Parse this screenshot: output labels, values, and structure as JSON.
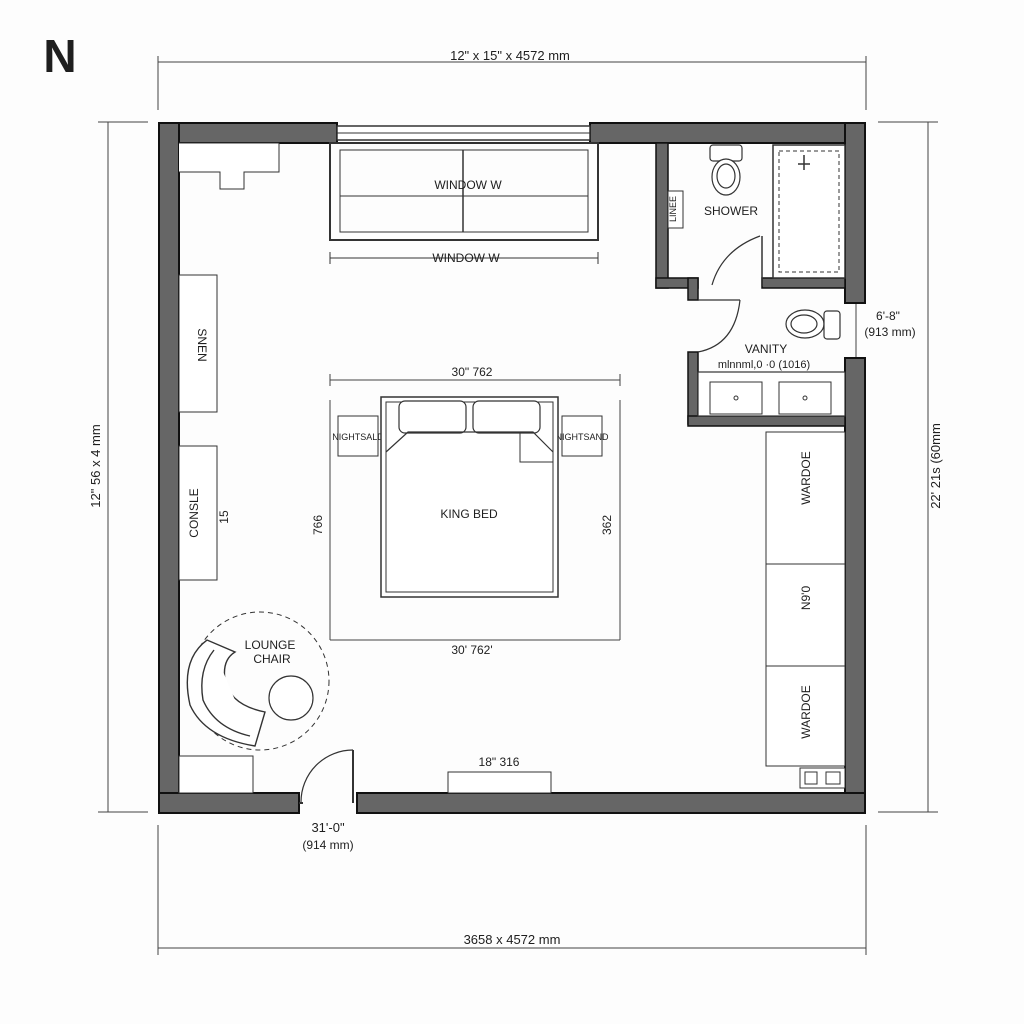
{
  "north_label": "N",
  "dimensions": {
    "top": "12\" x 15\" x 4572 mm",
    "bottom": "3658 x 4572 mm",
    "left": "12\" 56 x 4 mm",
    "right": "22' 21s (60mm",
    "door_width": "31'-0\"",
    "door_width_mm": "(914 mm)",
    "bath_width": "6'-8\"",
    "bath_width_mm": "(913 mm)",
    "rug_top": "30\" 762",
    "rug_bottom": "30' 762'",
    "rug_left": "766",
    "rug_right": "362",
    "console_len": "15",
    "bench_len": "18\" 316"
  },
  "labels": {
    "window_1": "WINDOW W",
    "window_2": "WINDOW W",
    "bench": "SNEN",
    "console": "CONSLE",
    "nightstand_left": "NIGHTSALD",
    "nightstand_right": "NIGHTSAND",
    "bed": "KING BED",
    "lounge_line1": "LOUNGE",
    "lounge_line2": "CHAIR",
    "linen": "LINEE",
    "shower": "SHOWER",
    "vanity": "VANITY",
    "vanity_dim": "mlnnml,0 ·0 (1016)",
    "wardrobe_1": "WARDOE",
    "wardrobe_2": "N9'0",
    "wardrobe_3": "WARDOE"
  }
}
